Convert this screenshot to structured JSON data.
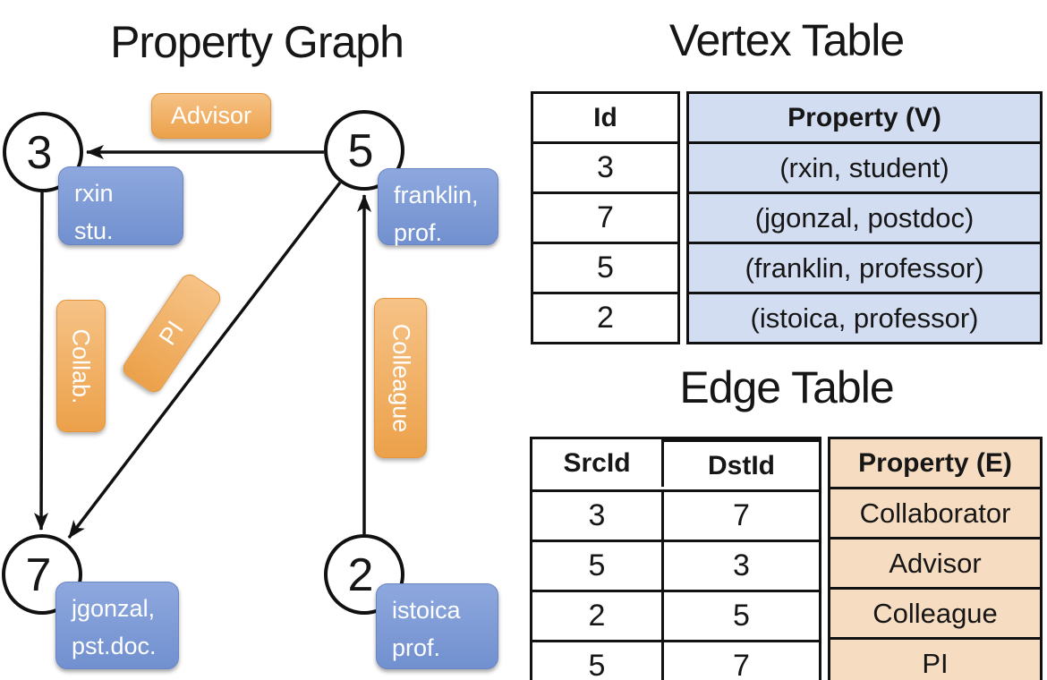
{
  "graph": {
    "title": "Property Graph",
    "nodes": [
      {
        "id": "3",
        "label_lines": [
          "rxin",
          "stu."
        ]
      },
      {
        "id": "5",
        "label_lines": [
          "franklin,",
          "prof."
        ]
      },
      {
        "id": "7",
        "label_lines": [
          "jgonzal,",
          "pst.doc."
        ]
      },
      {
        "id": "2",
        "label_lines": [
          "istoica",
          "prof."
        ]
      }
    ],
    "edge_labels": {
      "advisor": "Advisor",
      "collab": "Collab.",
      "pi": "PI",
      "colleague": "Colleague"
    }
  },
  "vertex_table": {
    "title": "Vertex Table",
    "headers": {
      "id": "Id",
      "property": "Property (V)"
    },
    "rows": [
      {
        "id": "3",
        "property": "(rxin, student)"
      },
      {
        "id": "7",
        "property": "(jgonzal, postdoc)"
      },
      {
        "id": "5",
        "property": "(franklin, professor)"
      },
      {
        "id": "2",
        "property": "(istoica, professor)"
      }
    ]
  },
  "edge_table": {
    "title": "Edge Table",
    "headers": {
      "src": "SrcId",
      "dst": "DstId",
      "property": "Property (E)"
    },
    "rows": [
      {
        "src": "3",
        "dst": "7",
        "property": "Collaborator"
      },
      {
        "src": "5",
        "dst": "3",
        "property": "Advisor"
      },
      {
        "src": "2",
        "dst": "5",
        "property": "Colleague"
      },
      {
        "src": "5",
        "dst": "7",
        "property": "PI"
      }
    ]
  },
  "colors": {
    "vertex_property_fill": "#7d9bd6",
    "edge_label_fill": "#f0a851",
    "vertex_table_fill": "#d3ddf1",
    "edge_table_fill": "#f6dcc1",
    "line_color": "#111111"
  }
}
